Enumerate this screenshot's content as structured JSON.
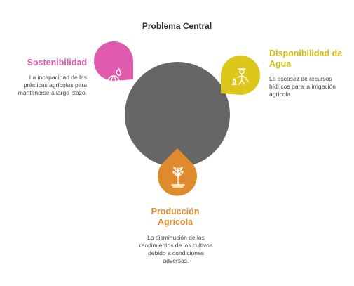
{
  "title": "Problema Central",
  "colors": {
    "center": "#666666",
    "sostenibilidad": "#E05BAE",
    "agua": "#DDC71B",
    "produccion": "#E08A2E"
  },
  "items": [
    {
      "heading": "Sostenibilidad",
      "description": "La incapacidad de las prácticas agrícolas para mantenerse a largo plazo.",
      "icon": "globe-fire-icon"
    },
    {
      "heading": "Disponibilidad de Agua",
      "description": "La escasez de recursos hídricos para la irrigación agrícola.",
      "icon": "farmer-watering-icon"
    },
    {
      "heading": "Producción Agrícola",
      "description": "La disminución de los rendimientos de los cultivos debido a condiciones adversas.",
      "icon": "wheat-plant-icon"
    }
  ]
}
